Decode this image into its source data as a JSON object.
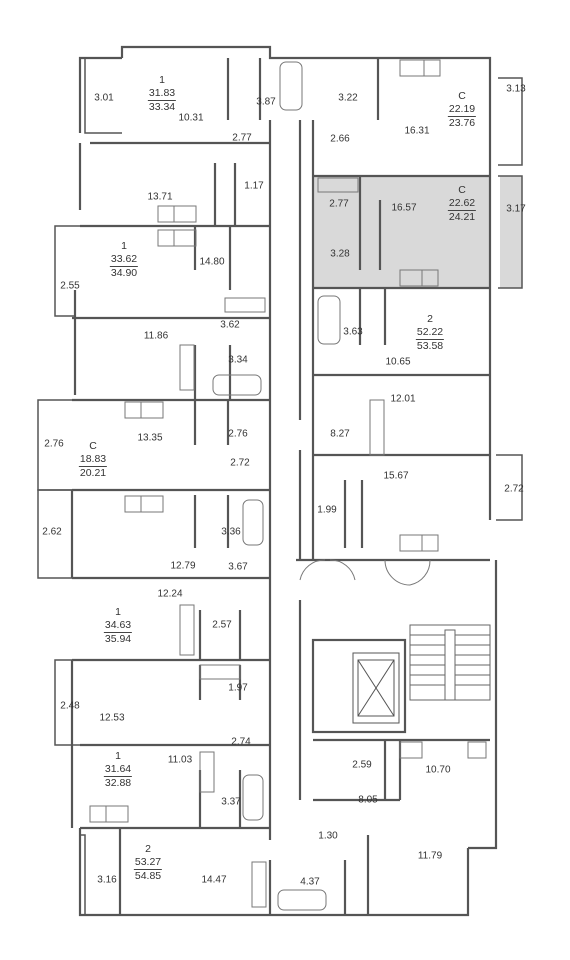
{
  "colors": {
    "wall": "#555555",
    "highlight": "#d9d9d9",
    "fixture": "#777777"
  },
  "apartments": [
    {
      "id": "a1",
      "type": "1",
      "living": "31.83",
      "total": "33.34"
    },
    {
      "id": "a2",
      "type": "С",
      "living": "22.19",
      "total": "23.76"
    },
    {
      "id": "a3",
      "type": "С",
      "living": "22.62",
      "total": "24.21",
      "highlighted": true
    },
    {
      "id": "a4",
      "type": "1",
      "living": "33.62",
      "total": "34.90"
    },
    {
      "id": "a5",
      "type": "2",
      "living": "52.22",
      "total": "53.58"
    },
    {
      "id": "a6",
      "type": "С",
      "living": "18.83",
      "total": "20.21"
    },
    {
      "id": "a7",
      "type": "1",
      "living": "34.63",
      "total": "35.94"
    },
    {
      "id": "a8",
      "type": "1",
      "living": "31.64",
      "total": "32.88"
    },
    {
      "id": "a9",
      "type": "2",
      "living": "53.27",
      "total": "54.85"
    }
  ],
  "room_areas": [
    "3.01",
    "10.31",
    "3.87",
    "2.77",
    "3.22",
    "2.66",
    "16.31",
    "3.13",
    "13.71",
    "1.17",
    "2.77",
    "16.57",
    "3.17",
    "3.28",
    "14.80",
    "2.55",
    "3.62",
    "3.63",
    "10.65",
    "11.86",
    "3.34",
    "12.01",
    "13.35",
    "2.76",
    "2.76",
    "2.72",
    "8.27",
    "15.67",
    "2.72",
    "1.99",
    "3.36",
    "2.62",
    "12.79",
    "3.67",
    "12.24",
    "2.57",
    "1.97",
    "2.48",
    "12.53",
    "2.74",
    "11.03",
    "2.59",
    "10.70",
    "8.05",
    "3.37",
    "1.30",
    "14.47",
    "3.16",
    "4.37",
    "11.79"
  ]
}
